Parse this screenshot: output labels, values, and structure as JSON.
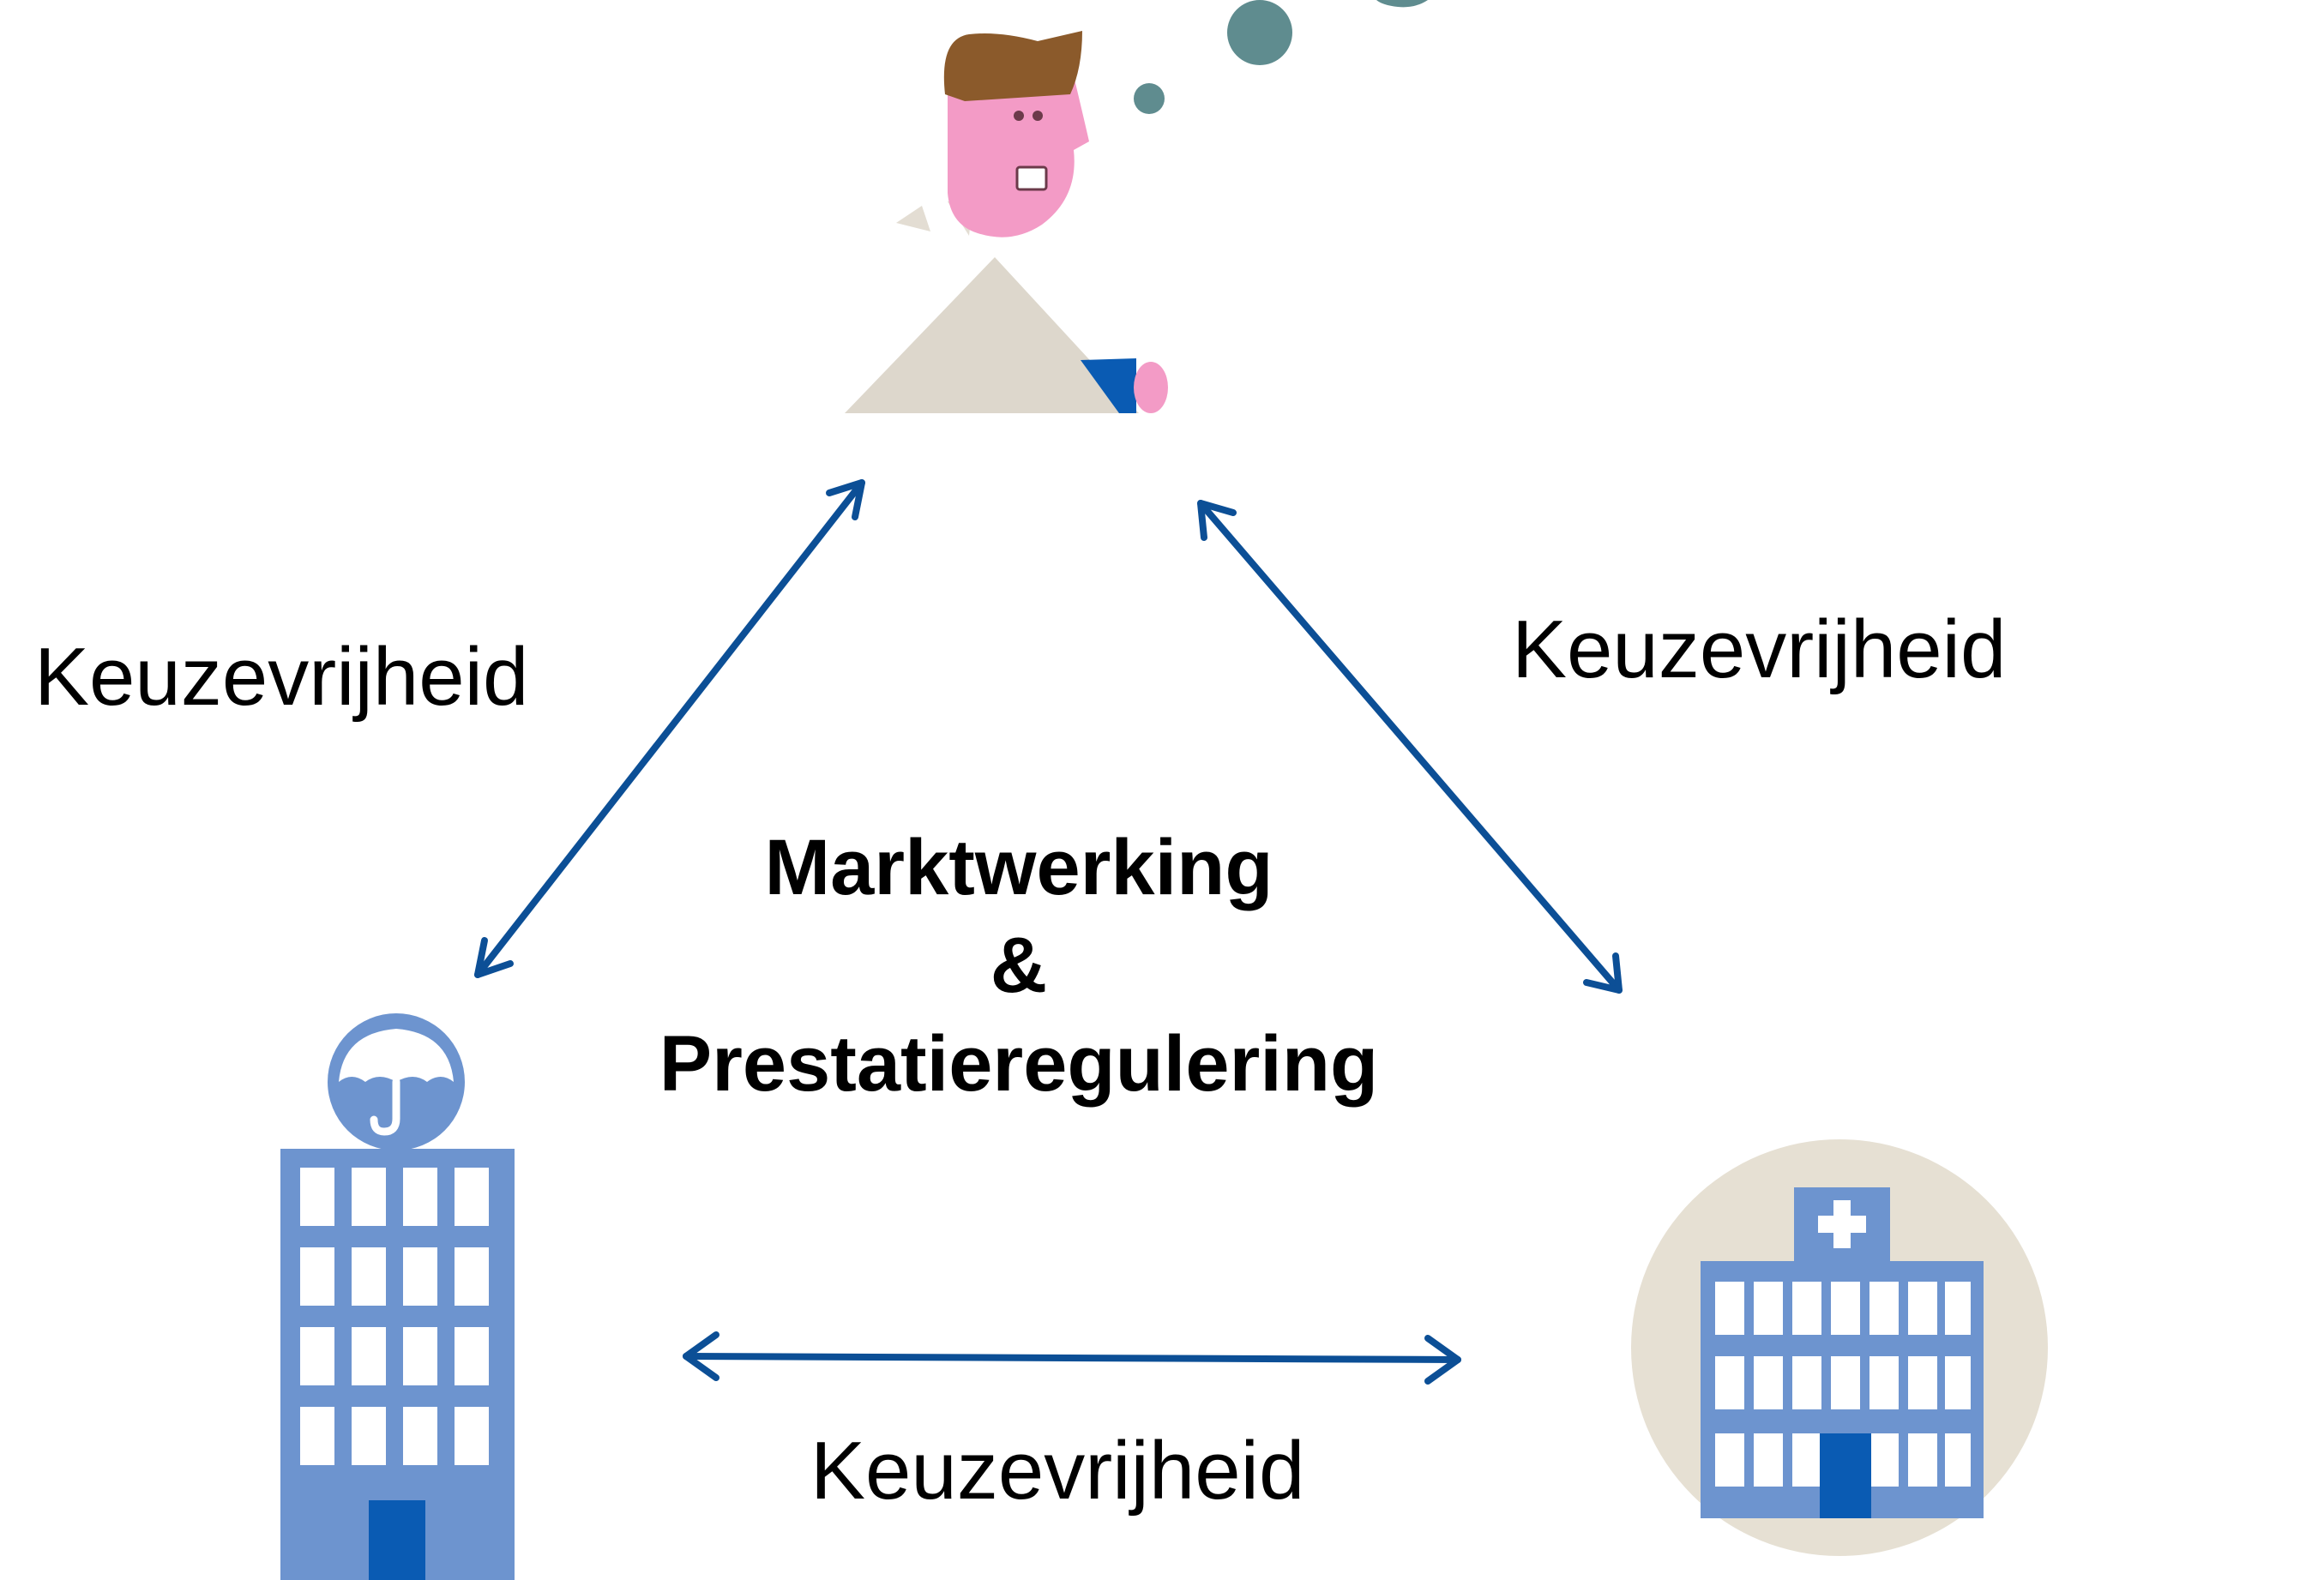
{
  "colors": {
    "arrow": "#0c4f96",
    "building_blue": "#6d94cf",
    "door_blue": "#0a5bb3",
    "window_white": "#ffffff",
    "hospital_circle": "#e6e0d3",
    "skin_pink": "#f39bc6",
    "hair_brown": "#8b5a2b",
    "shirt_beige": "#ddd7cc",
    "bubble_teal": "#5f8c8f"
  },
  "icons": {
    "person": "person-thinking-icon",
    "insurer": "insurer-building-umbrella-icon",
    "hospital": "hospital-building-icon"
  },
  "center": {
    "line1": "Marktwerking",
    "line2": "&",
    "line3": "Prestatieregulering"
  },
  "edges": {
    "left": "Keuzevrijheid",
    "right": "Keuzevrijheid",
    "bottom": "Keuzevrijheid"
  }
}
